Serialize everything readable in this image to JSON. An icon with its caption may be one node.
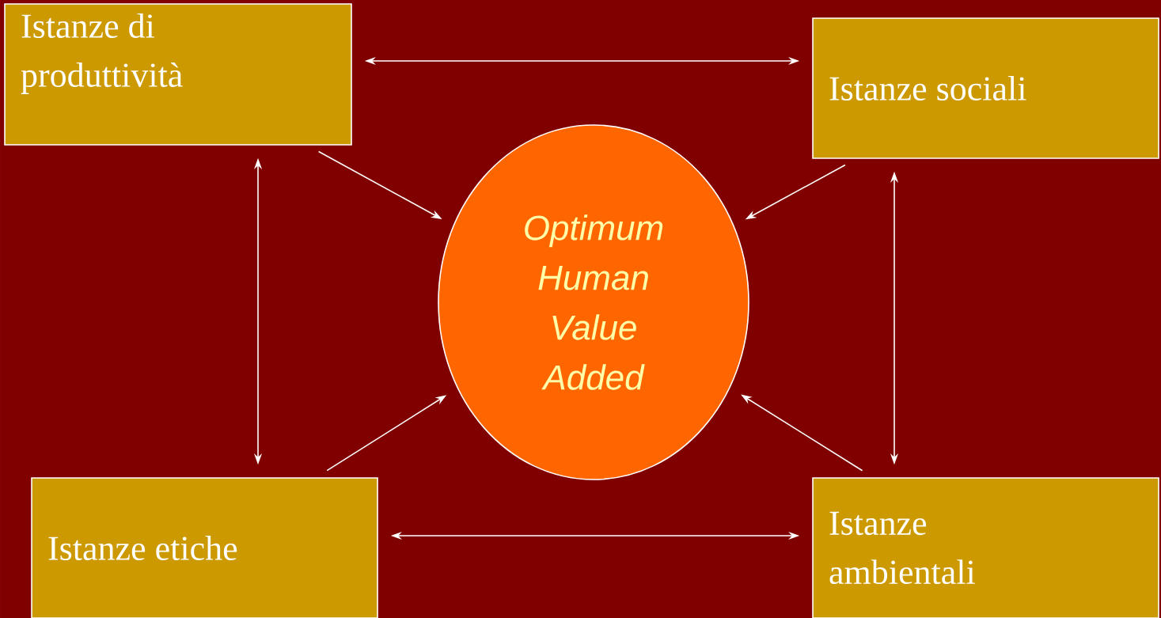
{
  "diagram": {
    "nodes": [
      {
        "text": [
          "Istanze  di produttività"
        ]
      },
      {
        "text": [
          "Istanze  sociali"
        ]
      },
      {
        "text": [
          "Optimum Human Value Added"
        ]
      },
      {
        "text": [
          "Istanze  etiche"
        ]
      },
      {
        "text": [
          "Istanze ambientali"
        ]
      }
    ],
    "edges": [
      {
        "from": 0,
        "to": 1,
        "arrow": "both"
      },
      {
        "from": 0,
        "to": 2,
        "arrow": "to"
      },
      {
        "from": 1,
        "to": 2,
        "arrow": "to"
      },
      {
        "from": 0,
        "to": 3,
        "arrow": "both"
      },
      {
        "from": 1,
        "to": 4,
        "arrow": "both"
      },
      {
        "from": 3,
        "to": 2,
        "arrow": "to"
      },
      {
        "from": 4,
        "to": 2,
        "arrow": "to"
      },
      {
        "from": 3,
        "to": 4,
        "arrow": "both"
      }
    ]
  }
}
